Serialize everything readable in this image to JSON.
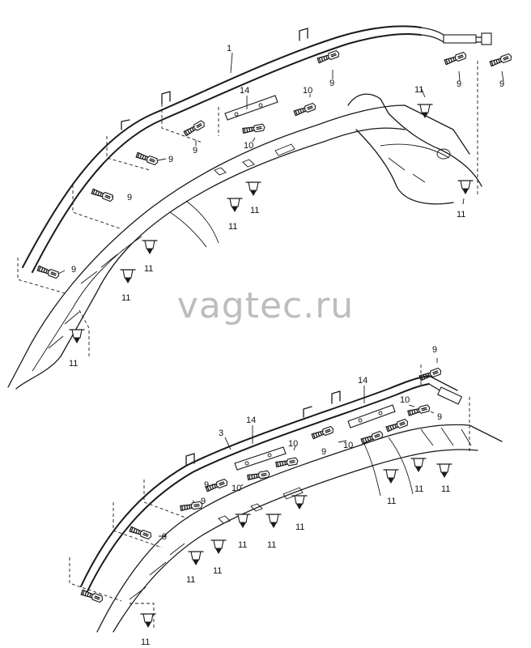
{
  "watermark": "vagtec.ru",
  "callouts": {
    "c1": "1",
    "c3": "3",
    "c9": "9",
    "c10": "10",
    "c11": "11",
    "c14": "14"
  }
}
